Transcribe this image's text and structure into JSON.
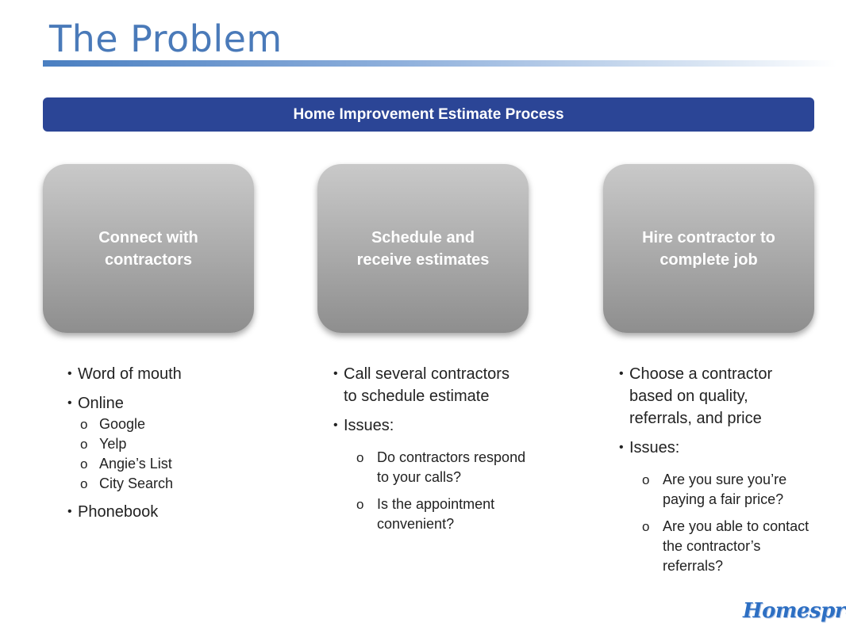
{
  "slide": {
    "title": "The Problem",
    "banner": "Home Improvement Estimate Process"
  },
  "steps": [
    {
      "label": "Connect with\ncontractors"
    },
    {
      "label": "Schedule and\nreceive estimates"
    },
    {
      "label": "Hire contractor to\ncomplete job"
    }
  ],
  "columns": [
    {
      "b1": "Word of mouth",
      "b2": "Online",
      "subs": [
        "Google",
        "Yelp",
        "Angie’s List",
        "City Search"
      ],
      "b3": "Phonebook"
    },
    {
      "b1": "Call several contractors\nto schedule estimate",
      "b2": "Issues:",
      "subs": [
        "Do contractors respond\nto your calls?",
        "Is the appointment\nconvenient?"
      ]
    },
    {
      "b1": "Choose a contractor\nbased on quality,\nreferrals, and price",
      "b2": "Issues:",
      "subs": [
        "Are you sure you’re\npaying a fair price?",
        "Are you able to contact\nthe contractor’s\nreferrals?"
      ]
    }
  ],
  "logo": {
    "text": "Homespree"
  },
  "colors": {
    "title": "#4a7ab9",
    "banner": "#2b4596",
    "logo": "#2d6fc3"
  }
}
